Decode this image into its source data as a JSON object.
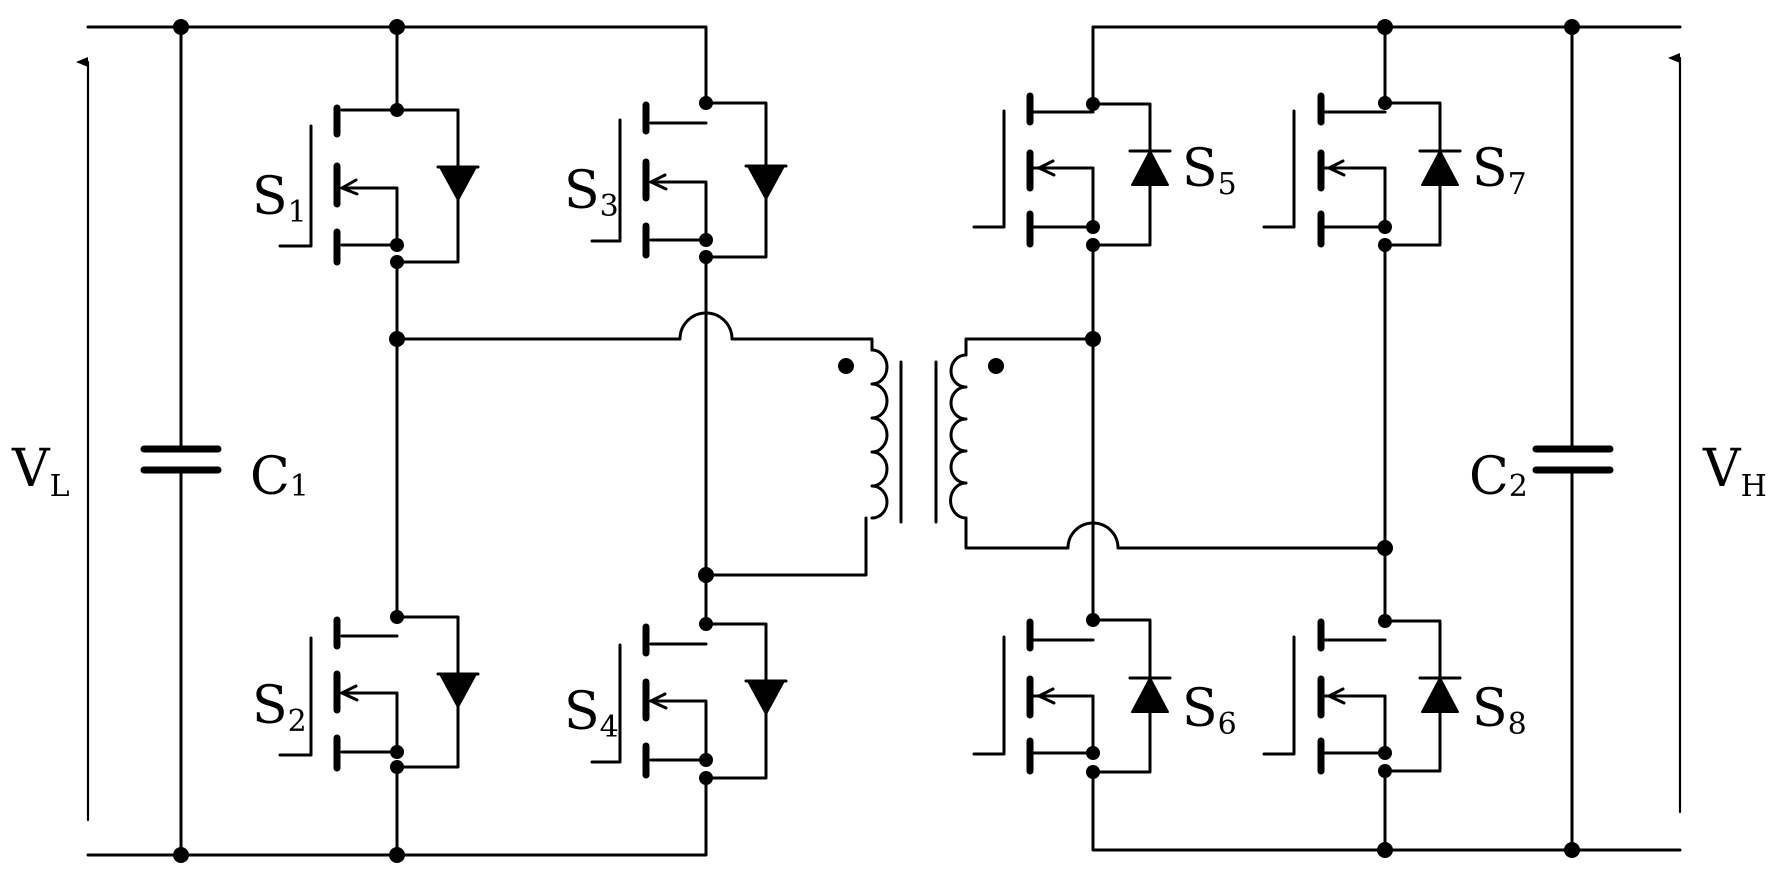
{
  "labels": {
    "vl": {
      "main": "V",
      "sub": "L"
    },
    "vh": {
      "main": "V",
      "sub": "H"
    },
    "c1": {
      "main": "C",
      "sub": "1"
    },
    "c2": {
      "main": "C",
      "sub": "2"
    },
    "s1": {
      "main": "S",
      "sub": "1"
    },
    "s2": {
      "main": "S",
      "sub": "2"
    },
    "s3": {
      "main": "S",
      "sub": "3"
    },
    "s4": {
      "main": "S",
      "sub": "4"
    },
    "s5": {
      "main": "S",
      "sub": "5"
    },
    "s6": {
      "main": "S",
      "sub": "6"
    },
    "s7": {
      "main": "S",
      "sub": "7"
    },
    "s8": {
      "main": "S",
      "sub": "8"
    }
  }
}
